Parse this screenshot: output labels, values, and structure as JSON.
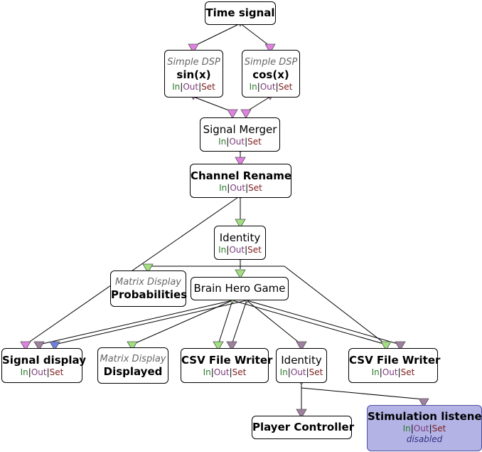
{
  "colors": {
    "signal_pin": "#e080e0",
    "matrix_pin": "#a0e080",
    "stim_pin": "#a080a0",
    "other_pin": "#7080e0",
    "disabled_fill": "#b3b3e6"
  },
  "io": {
    "in": "In",
    "sep": "|",
    "out": "Out",
    "set": "Set"
  },
  "boxes": {
    "time_signal": {
      "title": "Time signal"
    },
    "sin": {
      "subtitle": "Simple DSP",
      "title": "sin(x)"
    },
    "cos": {
      "subtitle": "Simple DSP",
      "title": "cos(x)"
    },
    "signal_merger": {
      "title": "Signal Merger"
    },
    "channel_rename": {
      "title": "Channel Rename"
    },
    "identity_top": {
      "title": "Identity"
    },
    "probabilities": {
      "subtitle": "Matrix Display",
      "title": "Probabilities"
    },
    "brain_hero": {
      "title": "Brain Hero Game"
    },
    "signal_display": {
      "title": "Signal display"
    },
    "displayed": {
      "subtitle": "Matrix Display",
      "title": "Displayed"
    },
    "csv_writer_1": {
      "title": "CSV File Writer"
    },
    "identity_bottom": {
      "title": "Identity"
    },
    "csv_writer_2": {
      "title": "CSV File Writer"
    },
    "player_controller": {
      "title": "Player Controller"
    },
    "stim_listener": {
      "title": "Stimulation listener",
      "note": "disabled"
    }
  }
}
